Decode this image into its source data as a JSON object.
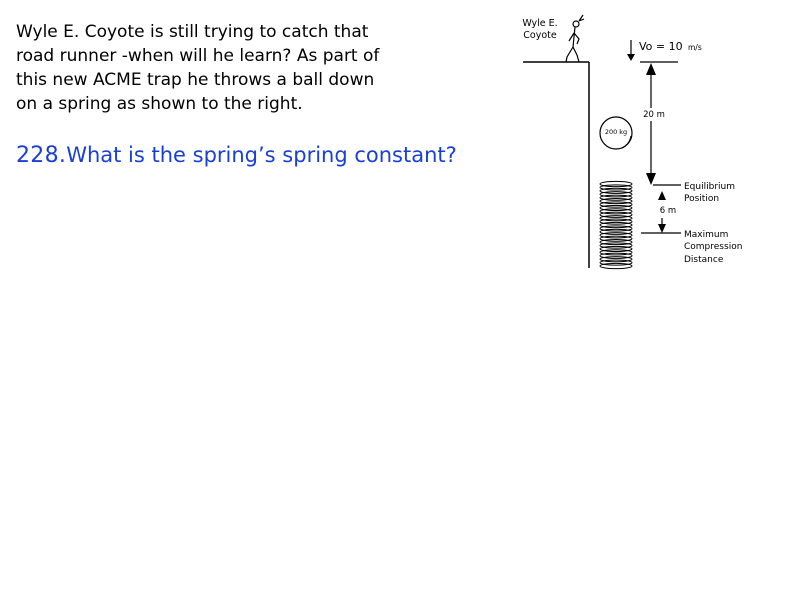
{
  "problem": {
    "intro": "Wyle E. Coyote is still trying to catch that\nroad runner -when will he learn?  As part of\nthis new ACME trap he throws a ball down\non a spring as shown to the right.",
    "question_number": "228.",
    "question_text": "What is the spring’s spring constant?"
  },
  "diagram": {
    "coyote_label_line1": "Wyle E.",
    "coyote_label_line2": "Coyote",
    "velocity_label": "Vo = 10",
    "velocity_unit": "m/s",
    "drop_height": "20 m",
    "ball_mass": "200 kg",
    "equilibrium_line1": "Equilibrium",
    "equilibrium_line2": "Position",
    "compression": "6 m",
    "max_line1": "Maximum",
    "max_line2": "Compression",
    "max_line3": "Distance",
    "spring_coil_count": 25
  }
}
